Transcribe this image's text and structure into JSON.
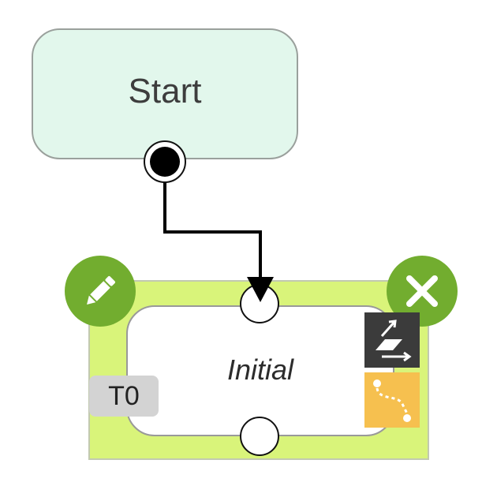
{
  "start_node": {
    "label": "Start"
  },
  "state_node": {
    "label": "Initial",
    "tag": "T0"
  },
  "icons": {
    "edit": "pencil-icon",
    "delete": "close-icon",
    "properties": "parallelogram-arrows-icon",
    "route": "dotted-path-icon"
  },
  "colors": {
    "start_fill": "#e2f7ec",
    "state_frame": "#d9f47a",
    "action_button": "#72ad2f",
    "dark_tool": "#3b3b3b",
    "orange_tool": "#f6c04f",
    "tag_fill": "#d3d3d3"
  }
}
